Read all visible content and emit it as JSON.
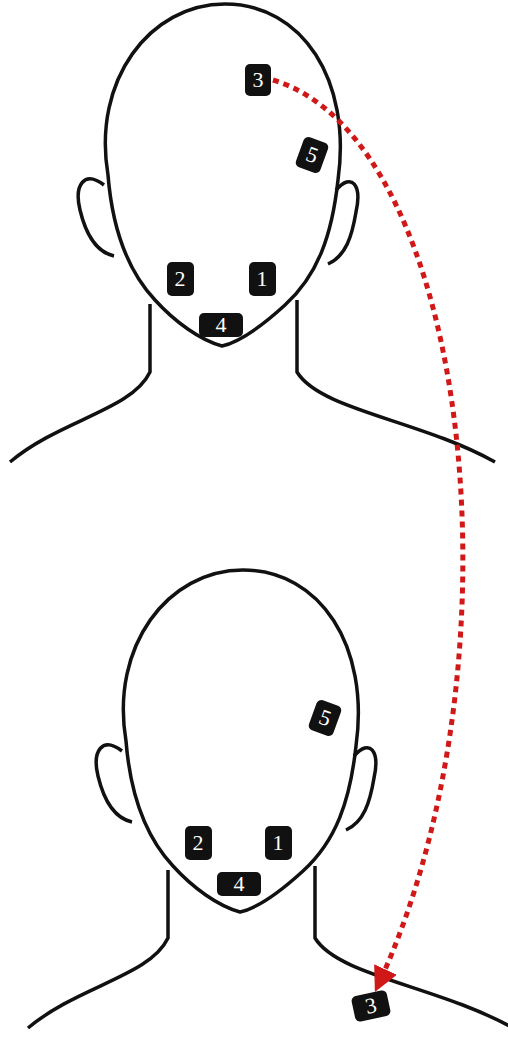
{
  "diagram": {
    "nodes": [
      {
        "text": [
          "3"
        ]
      },
      {
        "text": [
          "5"
        ]
      },
      {
        "text": [
          "2"
        ]
      },
      {
        "text": [
          "1"
        ]
      },
      {
        "text": [
          "4"
        ]
      },
      {
        "text": [
          "5"
        ]
      },
      {
        "text": [
          "2"
        ]
      },
      {
        "text": [
          "1"
        ]
      },
      {
        "text": [
          "4"
        ]
      },
      {
        "text": [
          "3"
        ]
      }
    ],
    "edges": [
      {
        "from": 0,
        "to": 9,
        "arrow": "to"
      }
    ]
  }
}
